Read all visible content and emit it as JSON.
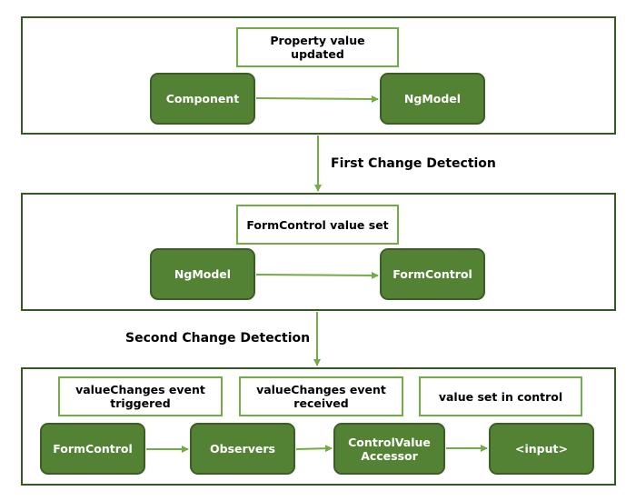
{
  "colors": {
    "panel_border": "#385723",
    "node_fill": "#548235",
    "node_border": "#3b5e25",
    "note_border": "#70ad47",
    "arrow": "#70ad47"
  },
  "stage1": {
    "note": "Property value updated",
    "from": "Component",
    "to": "NgModel"
  },
  "step1_label": "First Change Detection",
  "stage2": {
    "note": "FormControl value set",
    "from": "NgModel",
    "to": "FormControl"
  },
  "step2_label": "Second Change Detection",
  "stage3": {
    "notes": [
      "valueChanges event triggered",
      "valueChanges event received",
      "value set in control"
    ],
    "nodes": [
      "FormControl",
      "Observers",
      "ControlValue Accessor",
      "<input>"
    ]
  }
}
